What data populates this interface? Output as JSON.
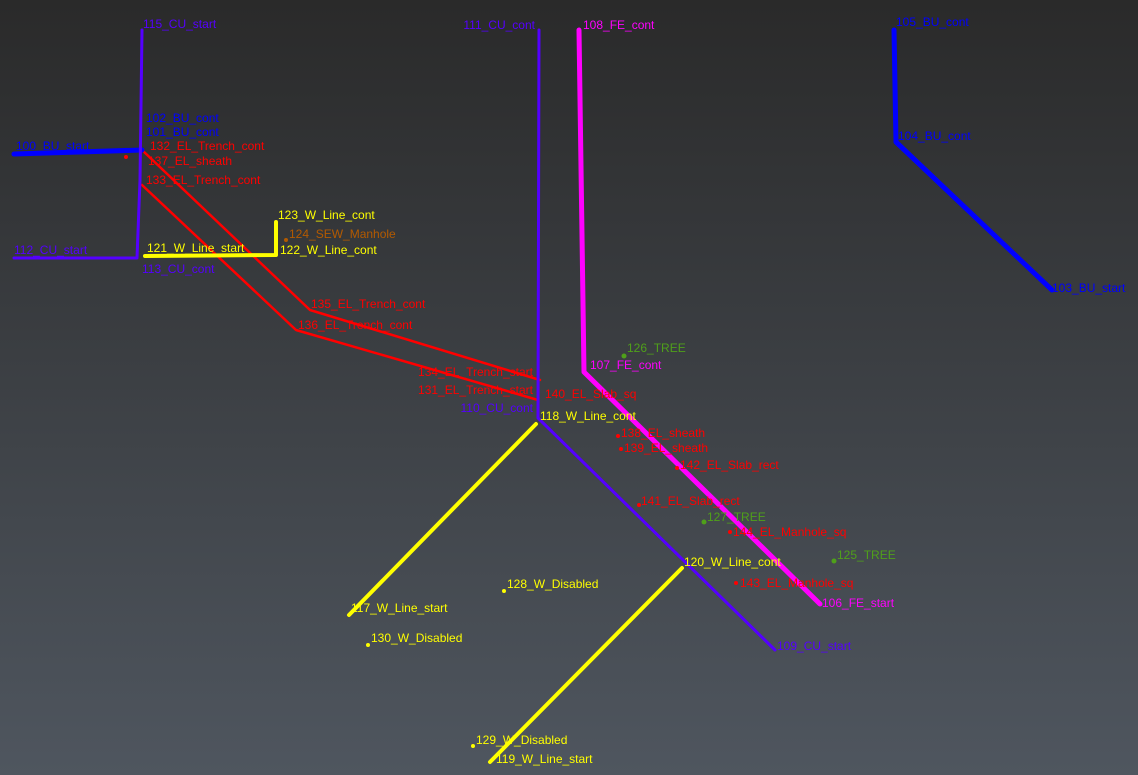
{
  "colors": {
    "BU": "#0000ff",
    "CU": "#5500ff",
    "FE": "#ff00ff",
    "EL": "#ff0000",
    "W": "#ffff00",
    "TREE": "#4fa01a",
    "SEW": "#b35a00"
  },
  "labels": {
    "l115": "115_CU_start",
    "l111": "111_CU_cont",
    "l108": "108_FE_cont",
    "l105": "105_BU_cont",
    "l104": "104_BU_cont",
    "l103": "103_BU_start",
    "l100": "100_BU_start",
    "l102": "102_BU_cont",
    "l101": "101_BU_cont",
    "l132": "132_EL_Trench_cont",
    "l137": "137_EL_sheath",
    "l133": "133_EL_Trench_cont",
    "l112": "112_CU_start",
    "l113": "113_CU_cont",
    "l121": "121_W_Line_start",
    "l123": "123_W_Line_cont",
    "l124": "124_SEW_Manhole",
    "l122": "122_W_Line_cont",
    "l135": "135_EL_Trench_cont",
    "l136": "136_EL_Trench_cont",
    "l126": "126_TREE",
    "l107": "107_FE_cont",
    "l134": "134_EL_Trench_start",
    "l131": "131_EL_Trench_start",
    "l110": "110_CU_cont",
    "l140": "140_EL_Slab_sq",
    "l118": "118_W_Line_cont",
    "l138": "138_EL_sheath",
    "l139": "139_EL_sheath",
    "l142": "142_EL_Slab_rect",
    "l141": "141_EL_Slab_rect",
    "l127": "127_TREE",
    "l144": "144_EL_Manhole_sq",
    "l125": "125_TREE",
    "l120": "120_W_Line_cont",
    "l143": "143_EL_Manhole_sq",
    "l106": "106_FE_start",
    "l109": "109_CU_start",
    "l128": "128_W_Disabled",
    "l117": "117_W_Line_start",
    "l130": "130_W_Disabled",
    "l129": "129_W_Disabled",
    "l119": "119_W_Line_start"
  }
}
